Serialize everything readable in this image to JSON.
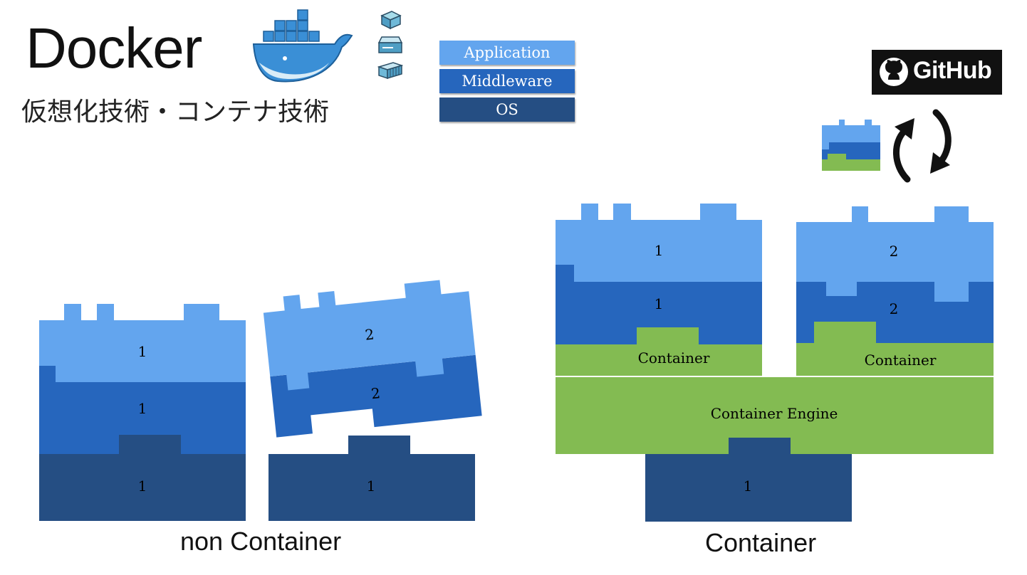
{
  "header": {
    "title": "Docker",
    "subtitle": "仮想化技術・コンテナ技術"
  },
  "legend": {
    "application": "Application",
    "middleware": "Middleware",
    "os": "OS"
  },
  "badge": {
    "github": "GitHub"
  },
  "non_container": {
    "caption": "non Container",
    "stack1": {
      "app": "1",
      "middleware": "1",
      "os": "1"
    },
    "stack2": {
      "app": "2",
      "middleware": "2",
      "os": "1"
    }
  },
  "container": {
    "caption": "Container",
    "c1": {
      "app": "1",
      "middleware": "1",
      "container": "Container"
    },
    "c2": {
      "app": "2",
      "middleware": "2",
      "container": "Container"
    },
    "engine": "Container Engine",
    "os": "1"
  },
  "colors": {
    "application": "#63a5ee",
    "middleware": "#2666bd",
    "os": "#254e83",
    "container": "#83bb52",
    "docker_blue": "#3a8fd6"
  },
  "icons": [
    "docker-whale-icon",
    "box-icon",
    "server-icon",
    "shipping-container-icon",
    "github-octocat-icon",
    "sync-arrows-icon"
  ]
}
